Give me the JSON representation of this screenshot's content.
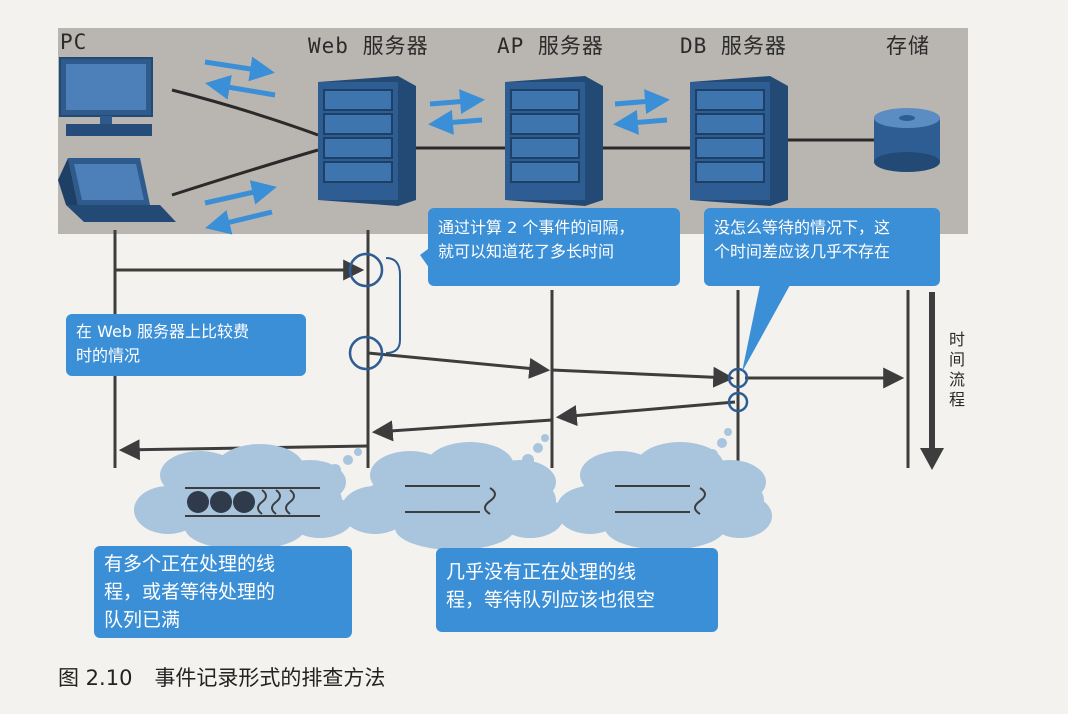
{
  "nodes": {
    "pc": "PC",
    "web": "Web 服务器",
    "ap": "AP 服务器",
    "db": "DB 服务器",
    "storage": "存储"
  },
  "callouts": {
    "interval": [
      "通过计算 2 个事件的间隔，",
      "就可以知道花了多长时间"
    ],
    "no_wait": [
      "没怎么等待的情况下，这",
      "个时间差应该几乎不存在"
    ],
    "web_slow": [
      "在 Web 服务器上比较费",
      "时的情况"
    ],
    "queue_full": [
      "有多个正在处理的线",
      "程，或者等待处理的",
      "队列已满"
    ],
    "queue_empty": [
      "几乎没有正在处理的线",
      "程，等待队列应该也很空"
    ]
  },
  "time_flow": [
    "时",
    "间",
    "流",
    "程"
  ],
  "caption": {
    "number": "图 2.10",
    "title": "事件记录形式的排查方法"
  },
  "colors": {
    "band": "#b9b6b1",
    "accent": "#3b8fd6",
    "server": "#2d5d93",
    "line": "#3d3d3d",
    "cloud": "#a9c4dd"
  }
}
